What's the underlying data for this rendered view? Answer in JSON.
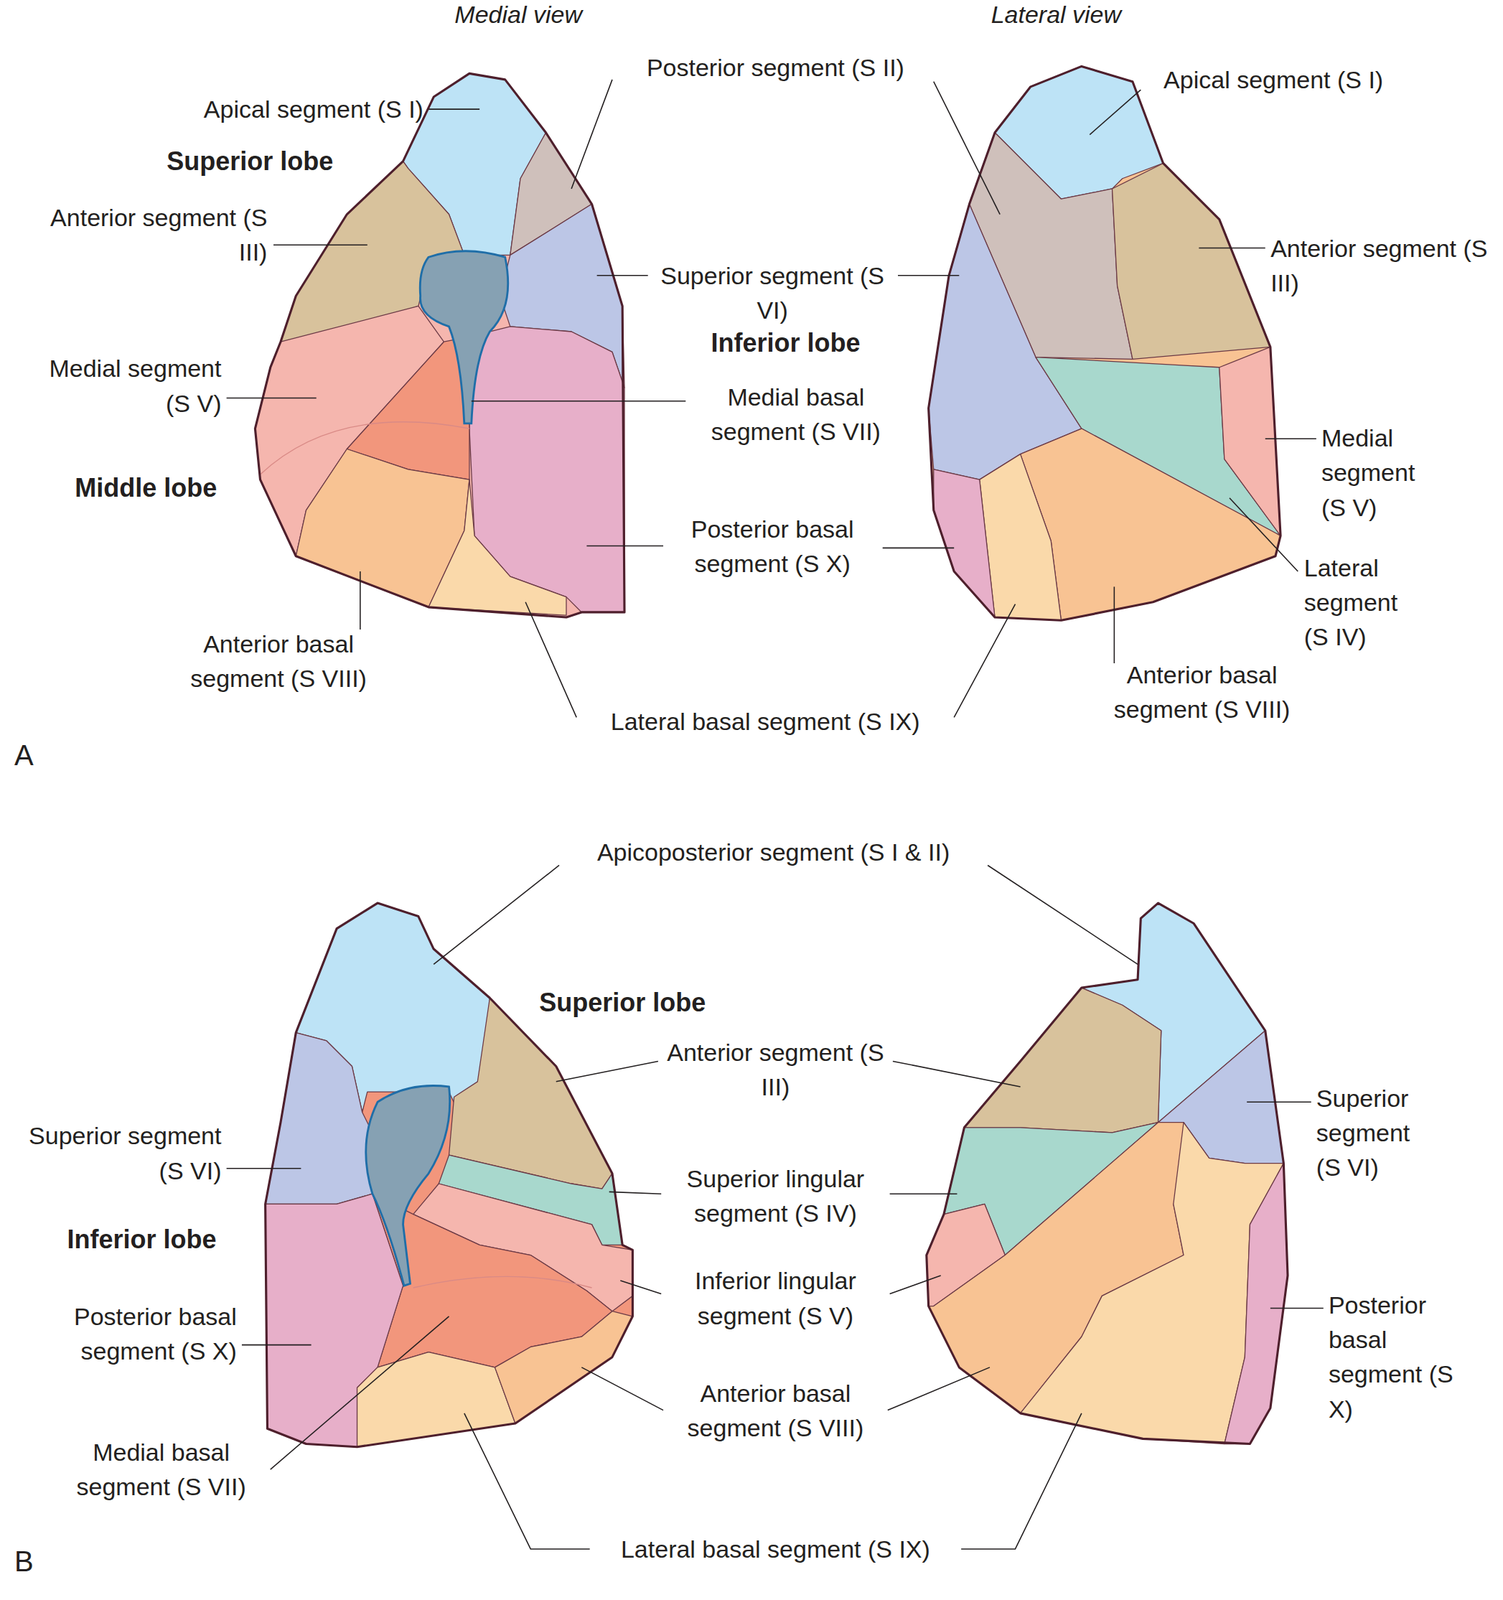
{
  "diagram": {
    "labels": [
      "Medial view",
      "Lateral view",
      "Posterior segment (S II)",
      "Apical segment (S I)",
      "Apical segment (S I)",
      "Superior lobe",
      "Anterior segment (S III)",
      "Anterior segment (S III)",
      "Superior segment (S VI)",
      "Inferior lobe",
      "Medial segment (S V)",
      "Medial basal segment (S VII)",
      "Medial segment (S V)",
      "Middle lobe",
      "Posterior basal segment (S X)",
      "Lateral segment (S IV)",
      "Anterior basal segment (S VIII)",
      "Anterior basal segment (S VIII)",
      "Lateral basal segment (S IX)",
      "A",
      "Apicoposterior segment (S I & II)",
      "Superior lobe",
      "Anterior segment (S III)",
      "Superior segment (S VI)",
      "Superior segment (S VI)",
      "Superior lingular segment (S IV)",
      "Inferior lobe",
      "Inferior lingular segment (S V)",
      "Posterior basal segment (S X)",
      "Posterior basal segment (S X)",
      "Anterior basal segment (S VIII)",
      "Medial basal segment (S VII)",
      "Lateral basal segment (S IX)",
      "B"
    ]
  }
}
